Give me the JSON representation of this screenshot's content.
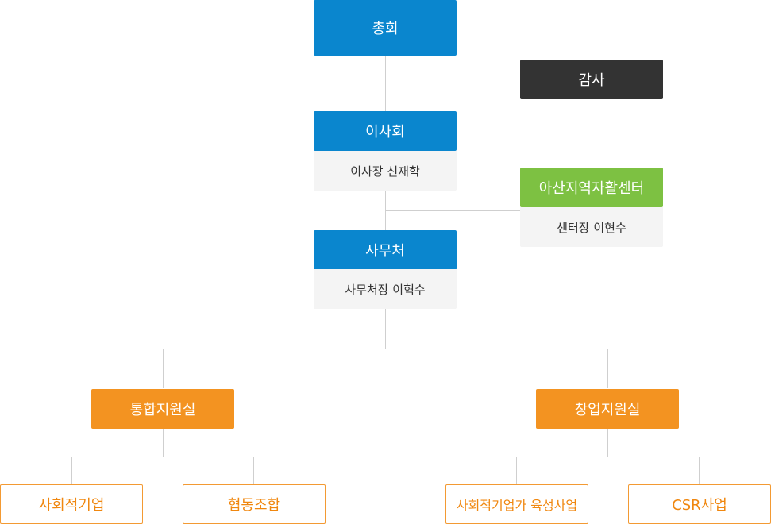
{
  "nodes": {
    "general_assembly": {
      "title": "총회"
    },
    "audit": {
      "title": "감사"
    },
    "board": {
      "title": "이사회",
      "sub": "이사장 신재학"
    },
    "center": {
      "title": "아산지역자활센터",
      "sub": "센터장 이현수"
    },
    "secretariat": {
      "title": "사무처",
      "sub": "사무처장 이혁수"
    },
    "integrated_support": {
      "title": "통합지원실"
    },
    "startup_support": {
      "title": "창업지원실"
    },
    "social_enterprise": {
      "title": "사회적기업"
    },
    "cooperative": {
      "title": "협동조합"
    },
    "social_enterprise_development": {
      "title": "사회적기업가 육성사업"
    },
    "csr": {
      "title": "CSR사업"
    }
  },
  "colors": {
    "blue": "#0a86ce",
    "dark": "#333333",
    "green": "#7dc142",
    "orange": "#f39321",
    "connector": "#cfcfcf"
  }
}
